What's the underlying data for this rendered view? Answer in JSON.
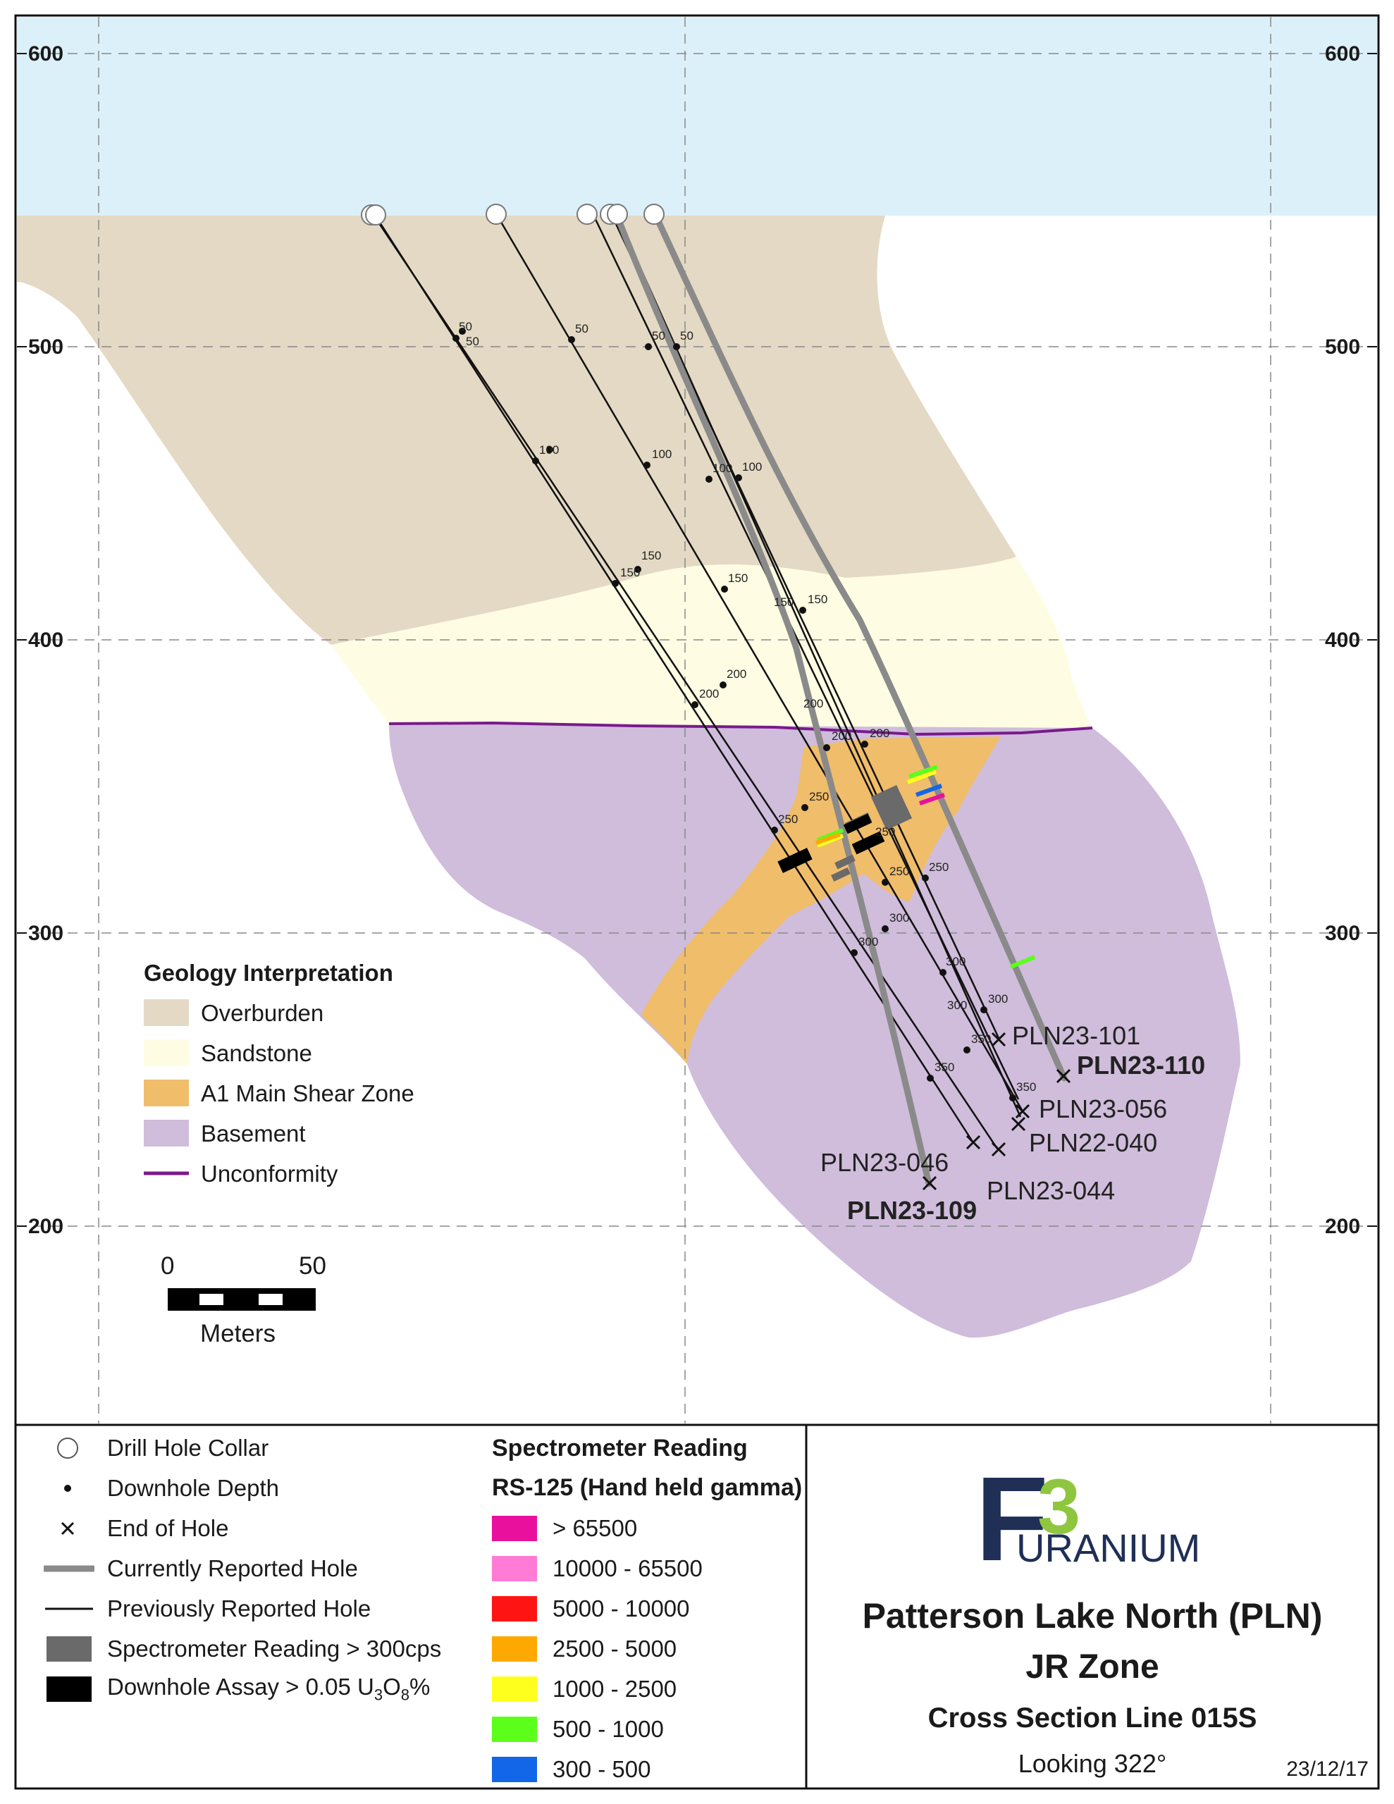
{
  "axis": {
    "elevations": [
      "600",
      "500",
      "400",
      "300",
      "200"
    ]
  },
  "depth_labels": [
    "50",
    "50",
    "50",
    "50",
    "50",
    "50",
    "100",
    "100",
    "100",
    "100",
    "150",
    "150",
    "150",
    "150",
    "150",
    "200",
    "200",
    "200",
    "200",
    "200",
    "250",
    "250",
    "250",
    "250",
    "250",
    "300",
    "300",
    "300",
    "300",
    "300",
    "350",
    "350",
    "350"
  ],
  "holes": {
    "PLN23-101": "PLN23-101",
    "PLN23-110": "PLN23-110",
    "PLN23-056": "PLN23-056",
    "PLN22-040": "PLN22-040",
    "PLN23-046": "PLN23-046",
    "PLN23-044": "PLN23-044",
    "PLN23-109": "PLN23-109"
  },
  "geology_legend": {
    "title": "Geology Interpretation",
    "items": [
      {
        "label": "Overburden",
        "color": "#e4d9c4"
      },
      {
        "label": "Sandstone",
        "color": "#fefde3"
      },
      {
        "label": "A1 Main Shear Zone",
        "color": "#f0bd6a"
      },
      {
        "label": "Basement",
        "color": "#cfbddb"
      },
      {
        "label": "Unconformity",
        "color": "#7a1a8c"
      }
    ]
  },
  "scale_bar": {
    "start": "0",
    "end": "50",
    "unit": "Meters"
  },
  "symbols_legend": {
    "collar": "Drill Hole Collar",
    "depth": "Downhole Depth",
    "end": "End of Hole",
    "current": "Currently Reported Hole",
    "previous": "Previously Reported Hole",
    "spectro": "Spectrometer Reading > 300cps",
    "assay_prefix": "Downhole Assay > 0.05 U",
    "assay_sub1": "3",
    "assay_mid": "O",
    "assay_sub2": "8",
    "assay_suffix": "%"
  },
  "spectrometer_legend": {
    "title": "Spectrometer Reading",
    "subtitle": "RS-125 (Hand held gamma)",
    "items": [
      {
        "label": "> 65500",
        "color": "#e8109c"
      },
      {
        "label": "10000 - 65500",
        "color": "#ff7bd5"
      },
      {
        "label": "5000 - 10000",
        "color": "#ff1414"
      },
      {
        "label": "2500 - 5000",
        "color": "#ffa800"
      },
      {
        "label": "1000 - 2500",
        "color": "#ffff1e"
      },
      {
        "label": "500 - 1000",
        "color": "#5cff1a"
      },
      {
        "label": "300 - 500",
        "color": "#1266e8"
      }
    ]
  },
  "title_panel": {
    "logo_f": "F",
    "logo_3": "3",
    "logo_word": "URANIUM",
    "project": "Patterson Lake North (PLN)",
    "zone": "JR Zone",
    "section": "Cross Section Line 015S",
    "looking": "Looking 322°",
    "date": "23/12/17"
  },
  "colors": {
    "sky": "#dcf0f9",
    "overburden": "#e4d9c4",
    "sandstone": "#fefde3",
    "shear": "#f0bd6a",
    "basement": "#cfbddb",
    "unconformity": "#7a1a8c",
    "current_hole": "#8a8a8a",
    "logo_navy": "#1f2f56",
    "logo_green": "#8fc63f"
  }
}
